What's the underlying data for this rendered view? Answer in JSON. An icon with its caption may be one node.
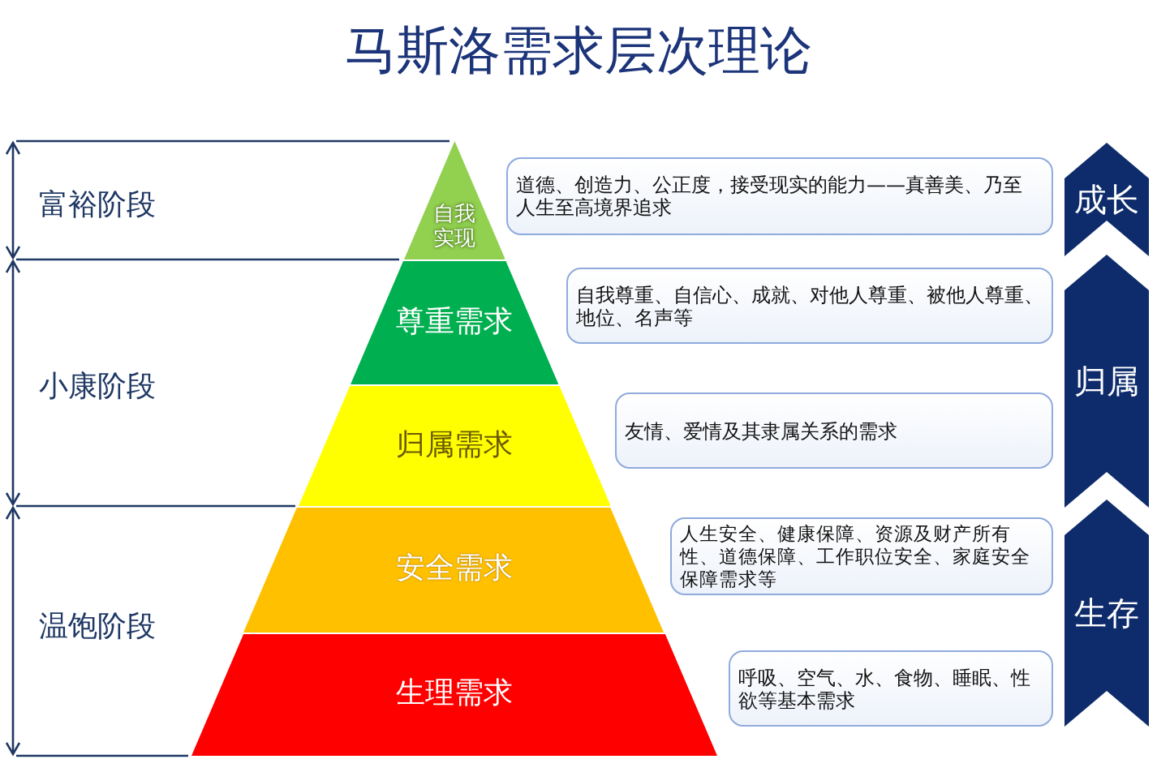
{
  "diagram": {
    "title": "马斯洛需求层次理论",
    "nodes": [
      {
        "text": [
          "自我实现"
        ]
      },
      {
        "text": [
          "道德、创造力、公正度，接受现实的能力——真善美、乃至人生至高境界追求"
        ]
      },
      {
        "text": [
          "成长"
        ]
      },
      {
        "text": [
          "尊重需求"
        ]
      },
      {
        "text": [
          "自我尊重、自信心、成就、对他人尊重、被他人尊重、地位、名声等"
        ]
      },
      {
        "text": [
          "归属"
        ]
      },
      {
        "text": [
          "归属需求"
        ]
      },
      {
        "text": [
          "友情、爱情及其隶属关系的需求"
        ]
      },
      {
        "text": [
          "安全需求"
        ]
      },
      {
        "text": [
          "人生安全、健康保障、资源及财产所有性、道德保障、工作职位安全、家庭安全保障需求等"
        ]
      },
      {
        "text": [
          "生存"
        ]
      },
      {
        "text": [
          "生理需求"
        ]
      },
      {
        "text": [
          "呼吸、空气、水、食物、睡眠、性欲等基本需求"
        ]
      }
    ],
    "labels": [
      "富裕阶段",
      "小康阶段",
      "温饱阶段"
    ]
  }
}
